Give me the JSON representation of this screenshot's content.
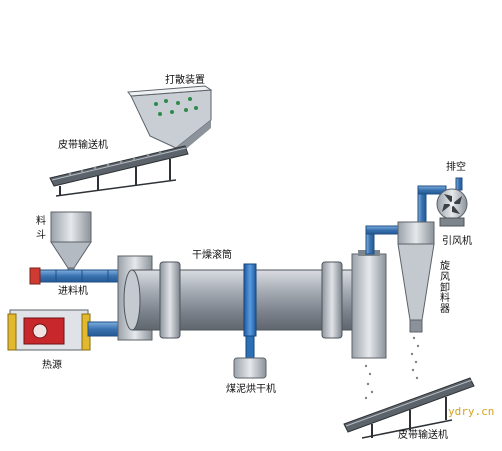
{
  "labels": {
    "scatter_device": "打散装置",
    "belt_conveyor_top": "皮带输送机",
    "hopper_1": "料",
    "hopper_2": "斗",
    "feeder": "进料机",
    "heat_source": "热源",
    "drum": "干燥滚筒",
    "sludge_dryer": "煤泥烘干机",
    "exhaust": "排空",
    "induced_fan": "引风机",
    "cyclone": "旋风卸料器",
    "belt_conveyor_bottom": "皮带输送机"
  },
  "watermark": "ydry.cn",
  "colors": {
    "pipe": "#4a7fb8",
    "drum_body": "#8a9099",
    "drum_band": "#2b6fb5",
    "belt_frame": "#3c4046",
    "firebox_red": "#c8282c",
    "firebox_yellow": "#e2b92c",
    "watermark": "#d6a21a"
  }
}
